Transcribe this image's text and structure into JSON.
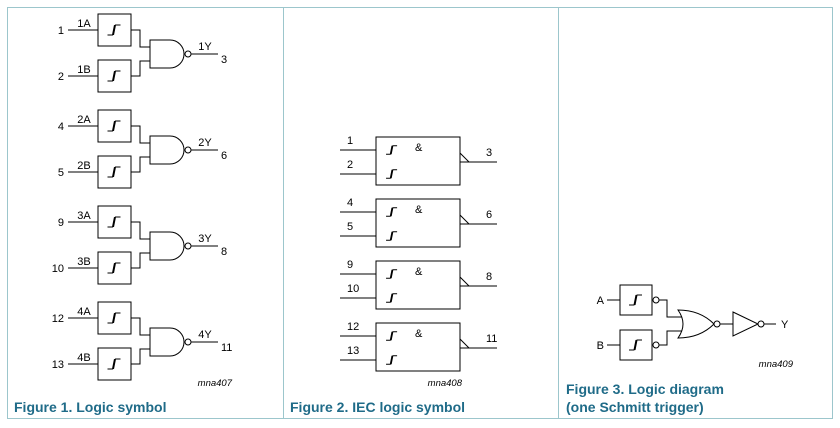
{
  "figure1": {
    "caption": "Figure 1.  Logic symbol",
    "code": "mna407",
    "gates": [
      {
        "pin_a": "1",
        "label_a": "1A",
        "pin_b": "2",
        "label_b": "1B",
        "label_y": "1Y",
        "pin_y": "3"
      },
      {
        "pin_a": "4",
        "label_a": "2A",
        "pin_b": "5",
        "label_b": "2B",
        "label_y": "2Y",
        "pin_y": "6"
      },
      {
        "pin_a": "9",
        "label_a": "3A",
        "pin_b": "10",
        "label_b": "3B",
        "label_y": "3Y",
        "pin_y": "8"
      },
      {
        "pin_a": "12",
        "label_a": "4A",
        "pin_b": "13",
        "label_b": "4B",
        "label_y": "4Y",
        "pin_y": "11"
      }
    ]
  },
  "figure2": {
    "caption": "Figure 2.  IEC logic symbol",
    "code": "mna408",
    "and_symbol": "&",
    "gates": [
      {
        "pin_a": "1",
        "pin_b": "2",
        "pin_y": "3"
      },
      {
        "pin_a": "4",
        "pin_b": "5",
        "pin_y": "6"
      },
      {
        "pin_a": "9",
        "pin_b": "10",
        "pin_y": "8"
      },
      {
        "pin_a": "12",
        "pin_b": "13",
        "pin_y": "11"
      }
    ]
  },
  "figure3": {
    "caption_line1": "Figure 3.  Logic diagram",
    "caption_line2": "(one Schmitt trigger)",
    "code": "mna409",
    "input_a": "A",
    "input_b": "B",
    "output": "Y"
  }
}
